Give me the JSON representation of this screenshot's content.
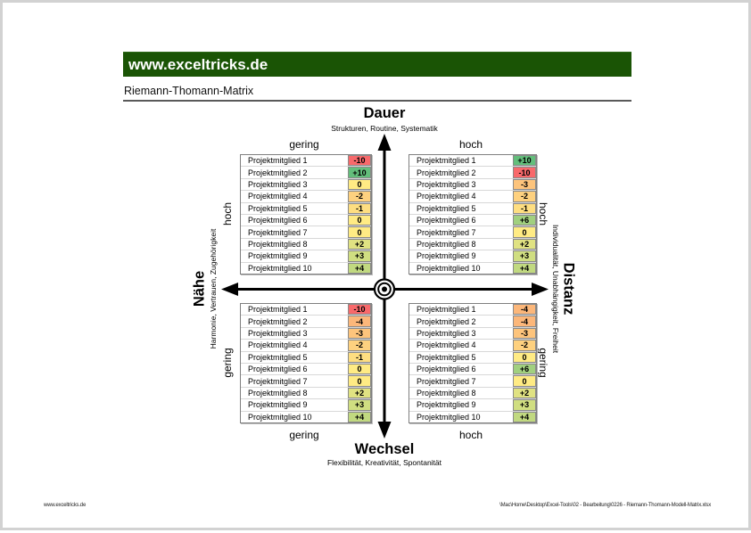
{
  "page": {
    "brand": "www.exceltricks.de",
    "doc_title": "Riemann-Thomann-Matrix",
    "footer_left": "www.exceltricks.de",
    "footer_right": "\\Mac\\Home\\Desktop\\Excel-Tools\\02 - Bearbeitung\\0226 - Riemann-Thomann-Modell-Matrix.xlsx"
  },
  "colors": {
    "header_green": "#1a5405",
    "scale_red": "#F8696B",
    "scale_yellow": "#FFEB84",
    "scale_green": "#63BE7B"
  },
  "matrix": {
    "axis_top": {
      "title": "Dauer",
      "subtitle": "Strukturen, Routine, Systematik",
      "left_label": "gering",
      "right_label": "hoch"
    },
    "axis_bottom": {
      "title": "Wechsel",
      "subtitle": "Flexibilität, Kreativität, Spontanität",
      "left_label": "gering",
      "right_label": "hoch"
    },
    "axis_left": {
      "title": "Nähe",
      "subtitle": "Harmonie, Vertrauen, Zugehörigkeit",
      "top_label": "hoch",
      "bottom_label": "gering"
    },
    "axis_right": {
      "title": "Distanz",
      "subtitle": "Individualität, Unabhängigkeit, Freiheit",
      "top_label": "hoch",
      "bottom_label": "gering"
    }
  },
  "chart_data": {
    "type": "table",
    "quadrants": {
      "top_left": {
        "quadrant": "Dauer gering / Nähe hoch",
        "rows": [
          {
            "label": "Projektmitglied 1",
            "value": "-10",
            "color": "#F8696B"
          },
          {
            "label": "Projektmitglied 2",
            "value": "+10",
            "color": "#63BE7B"
          },
          {
            "label": "Projektmitglied 3",
            "value": "0",
            "color": "#FFEB84"
          },
          {
            "label": "Projektmitglied 4",
            "value": "-2",
            "color": "#FED17F"
          },
          {
            "label": "Projektmitglied 5",
            "value": "-1",
            "color": "#FEDE81"
          },
          {
            "label": "Projektmitglied 6",
            "value": "0",
            "color": "#FFEB84"
          },
          {
            "label": "Projektmitglied 7",
            "value": "0",
            "color": "#FFEB84"
          },
          {
            "label": "Projektmitglied 8",
            "value": "+2",
            "color": "#E0E282"
          },
          {
            "label": "Projektmitglied 9",
            "value": "+3",
            "color": "#D0DE81"
          },
          {
            "label": "Projektmitglied 10",
            "value": "+4",
            "color": "#C1D980"
          }
        ]
      },
      "top_right": {
        "quadrant": "Dauer hoch / Distanz hoch",
        "rows": [
          {
            "label": "Projektmitglied 1",
            "value": "+10",
            "color": "#63BE7B"
          },
          {
            "label": "Projektmitglied 2",
            "value": "-10",
            "color": "#F8696B"
          },
          {
            "label": "Projektmitglied 3",
            "value": "-3",
            "color": "#FDC47C"
          },
          {
            "label": "Projektmitglied 4",
            "value": "-2",
            "color": "#FED17F"
          },
          {
            "label": "Projektmitglied 5",
            "value": "-1",
            "color": "#FEDE81"
          },
          {
            "label": "Projektmitglied 6",
            "value": "+6",
            "color": "#A1D07F"
          },
          {
            "label": "Projektmitglied 7",
            "value": "0",
            "color": "#FFEB84"
          },
          {
            "label": "Projektmitglied 8",
            "value": "+2",
            "color": "#E0E282"
          },
          {
            "label": "Projektmitglied 9",
            "value": "+3",
            "color": "#D0DE81"
          },
          {
            "label": "Projektmitglied 10",
            "value": "+4",
            "color": "#C1D980"
          }
        ]
      },
      "bottom_left": {
        "quadrant": "Wechsel gering / Nähe gering",
        "rows": [
          {
            "label": "Projektmitglied 1",
            "value": "-10",
            "color": "#F8696B"
          },
          {
            "label": "Projektmitglied 2",
            "value": "-4",
            "color": "#FCB77A"
          },
          {
            "label": "Projektmitglied 3",
            "value": "-3",
            "color": "#FDC47C"
          },
          {
            "label": "Projektmitglied 4",
            "value": "-2",
            "color": "#FED17F"
          },
          {
            "label": "Projektmitglied 5",
            "value": "-1",
            "color": "#FEDE81"
          },
          {
            "label": "Projektmitglied 6",
            "value": "0",
            "color": "#FFEB84"
          },
          {
            "label": "Projektmitglied 7",
            "value": "0",
            "color": "#FFEB84"
          },
          {
            "label": "Projektmitglied 8",
            "value": "+2",
            "color": "#E0E282"
          },
          {
            "label": "Projektmitglied 9",
            "value": "+3",
            "color": "#D0DE81"
          },
          {
            "label": "Projektmitglied 10",
            "value": "+4",
            "color": "#C1D980"
          }
        ]
      },
      "bottom_right": {
        "quadrant": "Wechsel hoch / Distanz gering",
        "rows": [
          {
            "label": "Projektmitglied 1",
            "value": "-4",
            "color": "#FCB77A"
          },
          {
            "label": "Projektmitglied 2",
            "value": "-4",
            "color": "#FCB77A"
          },
          {
            "label": "Projektmitglied 3",
            "value": "-3",
            "color": "#FDC47C"
          },
          {
            "label": "Projektmitglied 4",
            "value": "-2",
            "color": "#FED17F"
          },
          {
            "label": "Projektmitglied 5",
            "value": "0",
            "color": "#FFEB84"
          },
          {
            "label": "Projektmitglied 6",
            "value": "+6",
            "color": "#A1D07F"
          },
          {
            "label": "Projektmitglied 7",
            "value": "0",
            "color": "#FFEB84"
          },
          {
            "label": "Projektmitglied 8",
            "value": "+2",
            "color": "#E0E282"
          },
          {
            "label": "Projektmitglied 9",
            "value": "+3",
            "color": "#D0DE81"
          },
          {
            "label": "Projektmitglied 10",
            "value": "+4",
            "color": "#C1D980"
          }
        ]
      }
    }
  }
}
